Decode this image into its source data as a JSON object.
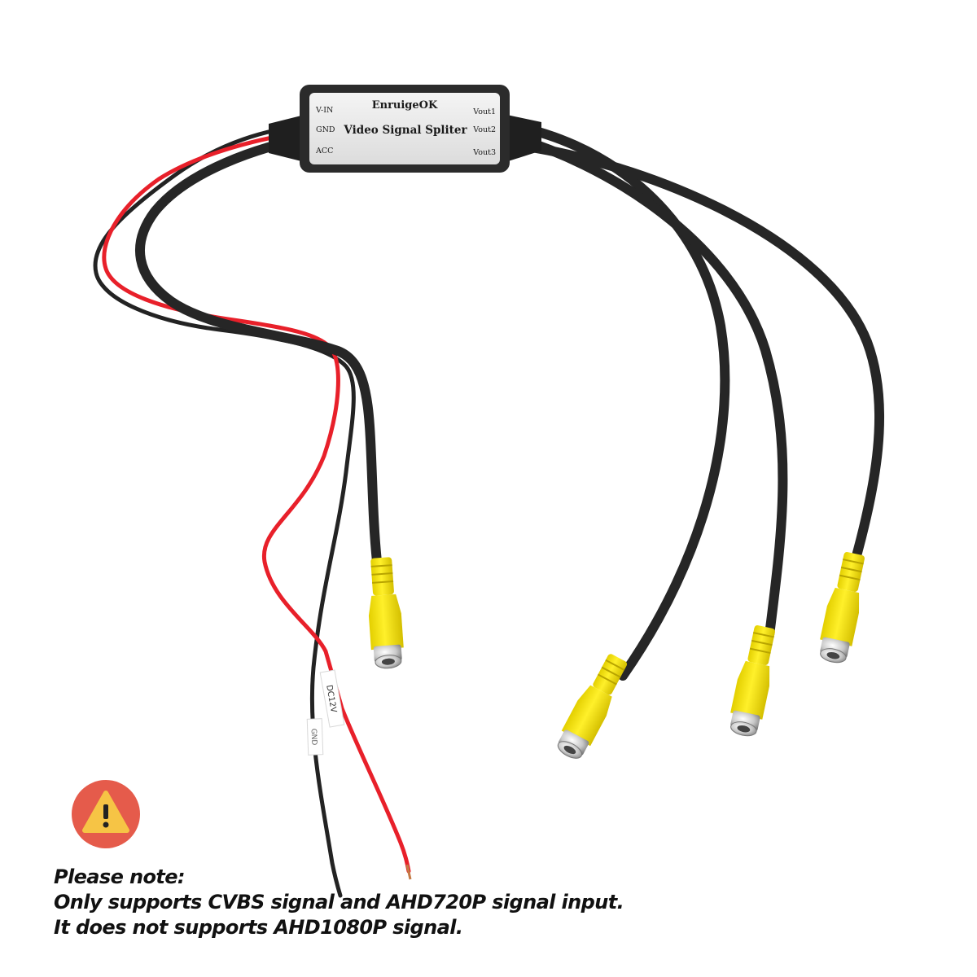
{
  "device": {
    "brand": "EnruigeOK",
    "name": "Video Signal Spliter",
    "inputs": [
      "V-IN",
      "GND",
      "ACC"
    ],
    "outputs": [
      "Vout1",
      "Vout2",
      "Vout3"
    ]
  },
  "wire_labels": {
    "red_tag": "DC12V",
    "black_tag": "GND"
  },
  "note": {
    "heading": "Please note:",
    "line1": "Only supports CVBS signal and AHD720P signal input.",
    "line2": "It does not supports AHD1080P signal."
  },
  "icons": {
    "warning": "warning-icon"
  },
  "colors": {
    "cable": "#2a2a2a",
    "red_wire": "#e8202a",
    "connector": "#f2e100",
    "warning_bg": "#e55b4b",
    "warning_triangle": "#f6c445"
  }
}
